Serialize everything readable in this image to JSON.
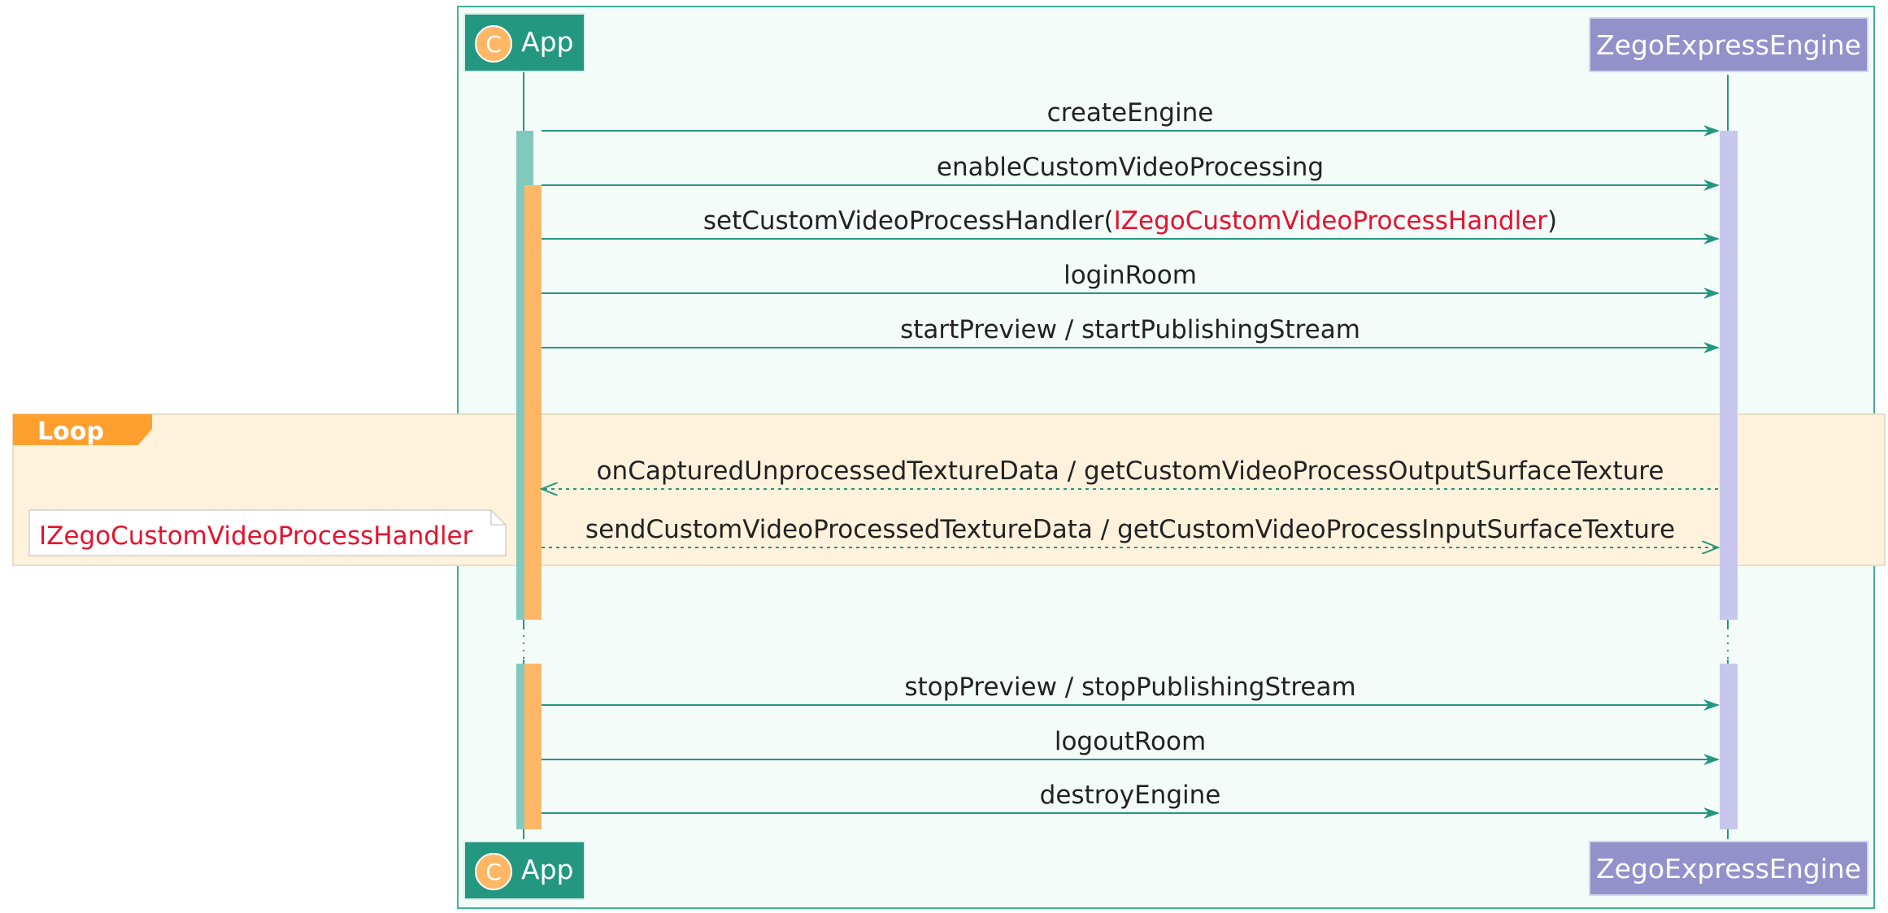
{
  "participants": {
    "app": {
      "label": "App",
      "icon": "C"
    },
    "engine": {
      "label": "ZegoExpressEngine"
    }
  },
  "loop": {
    "label": "Loop",
    "note": "IZegoCustomVideoProcessHandler"
  },
  "messages": [
    {
      "parts": [
        {
          "text": "createEngine"
        }
      ],
      "dir": "right",
      "style": "solid"
    },
    {
      "parts": [
        {
          "text": "enableCustomVideoProcessing"
        }
      ],
      "dir": "right",
      "style": "solid"
    },
    {
      "parts": [
        {
          "text": "setCustomVideoProcessHandler("
        },
        {
          "text": "IZegoCustomVideoProcessHandler",
          "color": "#e8112d"
        },
        {
          "text": ")"
        }
      ],
      "dir": "right",
      "style": "solid"
    },
    {
      "parts": [
        {
          "text": "loginRoom"
        }
      ],
      "dir": "right",
      "style": "solid"
    },
    {
      "parts": [
        {
          "text": "startPreview / startPublishingStream"
        }
      ],
      "dir": "right",
      "style": "solid"
    },
    {
      "parts": [
        {
          "text": "onCapturedUnprocessedTextureData / getCustomVideoProcessOutputSurfaceTexture"
        }
      ],
      "dir": "left",
      "style": "dashed"
    },
    {
      "parts": [
        {
          "text": "sendCustomVideoProcessedTextureData / getCustomVideoProcessInputSurfaceTexture"
        }
      ],
      "dir": "right",
      "style": "dashed"
    },
    {
      "parts": [
        {
          "text": "stopPreview / stopPublishingStream"
        }
      ],
      "dir": "right",
      "style": "solid"
    },
    {
      "parts": [
        {
          "text": "logoutRoom"
        }
      ],
      "dir": "right",
      "style": "solid"
    },
    {
      "parts": [
        {
          "text": "destroyEngine"
        }
      ],
      "dir": "right",
      "style": "solid"
    }
  ],
  "colors": {
    "frame_bg": "#f3fcf9",
    "frame_border": "#3fb39a",
    "app_box": "#23977f",
    "engine_box": "#9391ca",
    "arrow": "#23977f",
    "activation_teal": "#82c9bd",
    "activation_orange": "#ffb766",
    "activation_lavender": "#c7c6ec",
    "loop_bg": "#fff2dc",
    "loop_tag": "#ff9f2e",
    "highlight": "#e8112d",
    "text": "#222222"
  }
}
